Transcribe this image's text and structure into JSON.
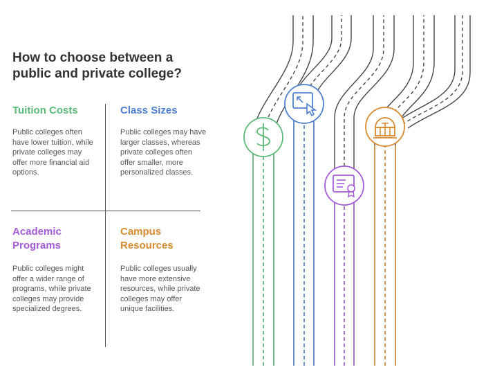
{
  "title": "How to choose between a public and private college?",
  "colors": {
    "tuition": "#5cb97a",
    "class_sizes": "#4e7fd0",
    "academic": "#a35bd6",
    "campus": "#d88a2e",
    "road": "#444444"
  },
  "cells": [
    {
      "heading": "Tuition Costs",
      "text": "Public colleges often have lower tuition, while private colleges may offer more financial aid options.",
      "icon": "dollar-icon"
    },
    {
      "heading": "Class Sizes",
      "text": "Public colleges may have larger classes, whereas private colleges often offer smaller, more personalized classes.",
      "icon": "expand-pointer-icon"
    },
    {
      "heading": "Academic Programs",
      "text": "Public colleges might offer a wider range of programs, while private colleges may provide specialized degrees.",
      "icon": "certificate-icon"
    },
    {
      "heading": "Campus Resources",
      "text": "Public colleges usually have more extensive resources, while private colleges may offer unique facilities.",
      "icon": "building-icon"
    }
  ]
}
